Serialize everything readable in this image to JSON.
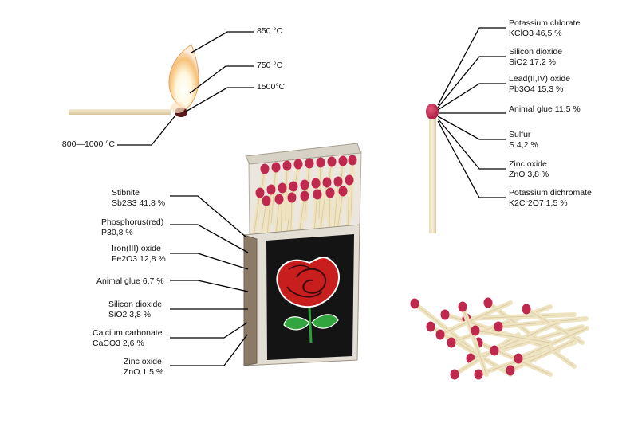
{
  "colors": {
    "match_head": "#c0284e",
    "match_stick": "#efe4c2",
    "line": "#000000",
    "rose": "#c81e1e",
    "box_panel": "#141414"
  },
  "flame": {
    "labels": [
      {
        "text": "850 °C"
      },
      {
        "text": "750 °C"
      },
      {
        "text": "1500°C"
      },
      {
        "text": "800—1000 °C"
      }
    ]
  },
  "head_composition": [
    {
      "name": "Potassium chlorate",
      "detail": "KClO3  46,5 %"
    },
    {
      "name": "Silicon dioxide",
      "detail": "SiO2  17,2 %"
    },
    {
      "name": "Lead(II,IV) oxide",
      "detail": "Pb3O4 15,3 %"
    },
    {
      "name": "Animal glue 11,5 %",
      "detail": ""
    },
    {
      "name": "Sulfur",
      "detail": "S 4,2 %"
    },
    {
      "name": "Zinc oxide",
      "detail": "ZnO 3,8 %"
    },
    {
      "name": "Potassium dichromate",
      "detail": "K2Cr2O7  1,5 %"
    }
  ],
  "strip_composition": [
    {
      "name": "Stibnite",
      "detail": "Sb2S3  41,8 %"
    },
    {
      "name": "Phosphorus(red)",
      "detail": "P30,8 %"
    },
    {
      "name": "Iron(III) oxide",
      "detail": "Fe2O3  12,8 %"
    },
    {
      "name": "Animal glue 6,7 %",
      "detail": ""
    },
    {
      "name": "Silicon dioxide",
      "detail": "SiO2  3,8 %"
    },
    {
      "name": "Calcium carbonate",
      "detail": "CaCO3 2,6 %"
    },
    {
      "name": "Zinc oxide",
      "detail": "ZnO 1,5 %"
    }
  ]
}
